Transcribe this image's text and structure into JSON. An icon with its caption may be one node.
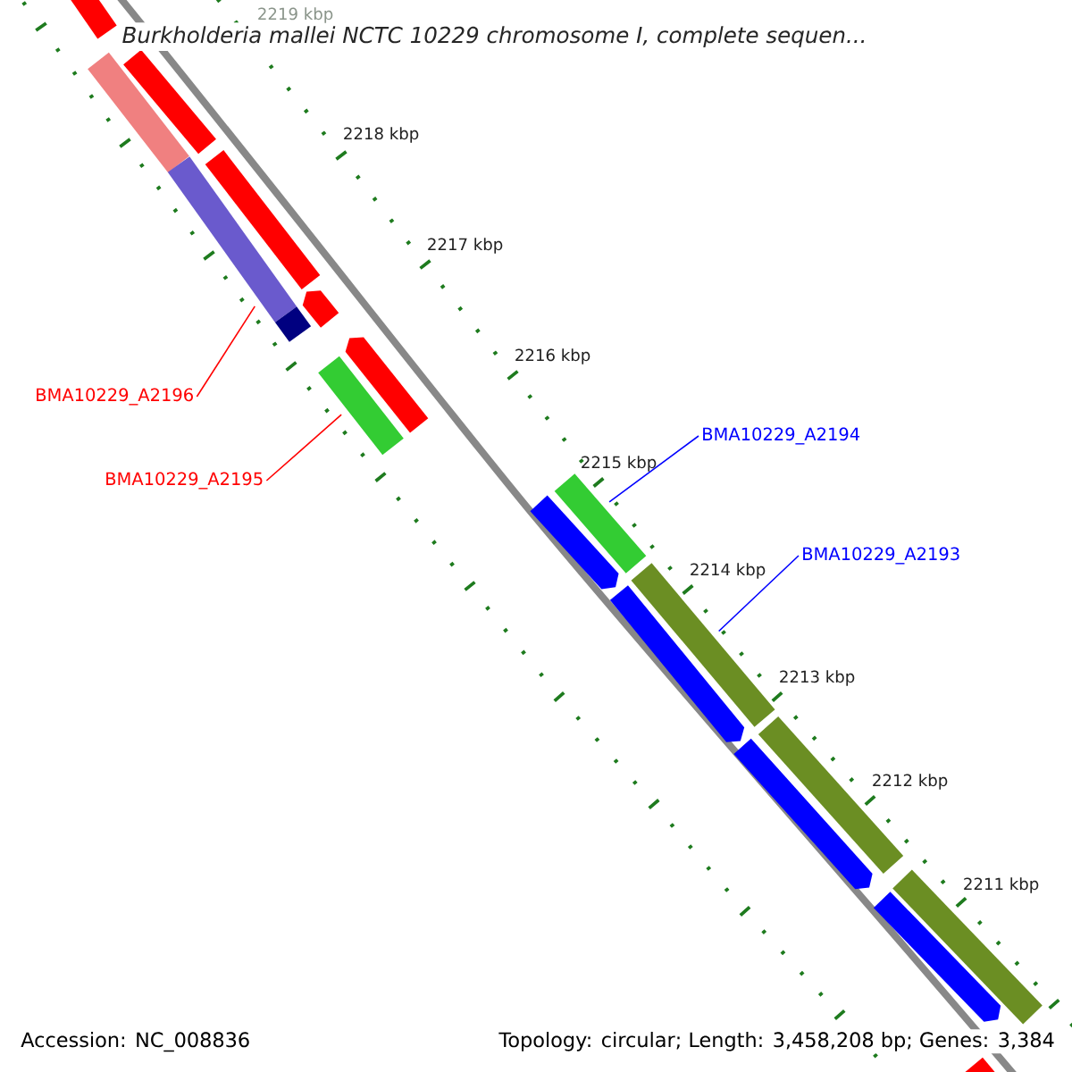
{
  "diagram": {
    "title": "Burkholderia mallei NCTC 10229 chromosome I, complete sequen...",
    "nodes": [
      {
        "text": [],
        "shape": "bar"
      },
      {
        "text": [],
        "shape": "bar"
      },
      {
        "text": [],
        "shape": "bar"
      },
      {
        "text": [],
        "shape": "bar"
      },
      {
        "text": [],
        "shape": "bar"
      },
      {
        "text": [],
        "shape": "pentagon"
      },
      {
        "text": [],
        "shape": "bar"
      },
      {
        "text": [],
        "shape": "pentagon"
      },
      {
        "text": [],
        "shape": "bar"
      },
      {
        "text": [
          "BMA10229_A2196"
        ]
      },
      {
        "text": [
          "BMA10229_A2194"
        ]
      },
      {
        "text": [
          "BMA10229_A2195"
        ]
      },
      {
        "text": [],
        "shape": "bar"
      },
      {
        "text": [],
        "shape": "pentagon"
      },
      {
        "text": [
          "BMA10229_A2193"
        ]
      },
      {
        "text": [],
        "shape": "bar"
      },
      {
        "text": [],
        "shape": "pentagon"
      },
      {
        "text": [],
        "shape": "bar"
      },
      {
        "text": [],
        "shape": "pentagon"
      },
      {
        "text": [],
        "shape": "bar"
      },
      {
        "text": [],
        "shape": "pentagon"
      },
      {
        "text": [],
        "shape": "bar"
      }
    ],
    "edges": [
      {
        "from": 9,
        "to": 3,
        "arrow": "none",
        "color": "#ff0000"
      },
      {
        "from": 11,
        "to": 8,
        "arrow": "none",
        "color": "#ff0000"
      },
      {
        "from": 10,
        "to": 12,
        "arrow": "none",
        "color": "#0000ff"
      },
      {
        "from": 14,
        "to": 15,
        "arrow": "none",
        "color": "#0000ff"
      }
    ],
    "labels": [
      "2219 kbp",
      "2218 kbp",
      "2217 kbp",
      "2216 kbp",
      "2215 kbp",
      "2214 kbp",
      "2213 kbp",
      "2212 kbp",
      "2211 kbp",
      "Accession: NC_008836",
      "Topology: circular; Length: 3,458,208 bp; Genes: 3,384"
    ]
  }
}
